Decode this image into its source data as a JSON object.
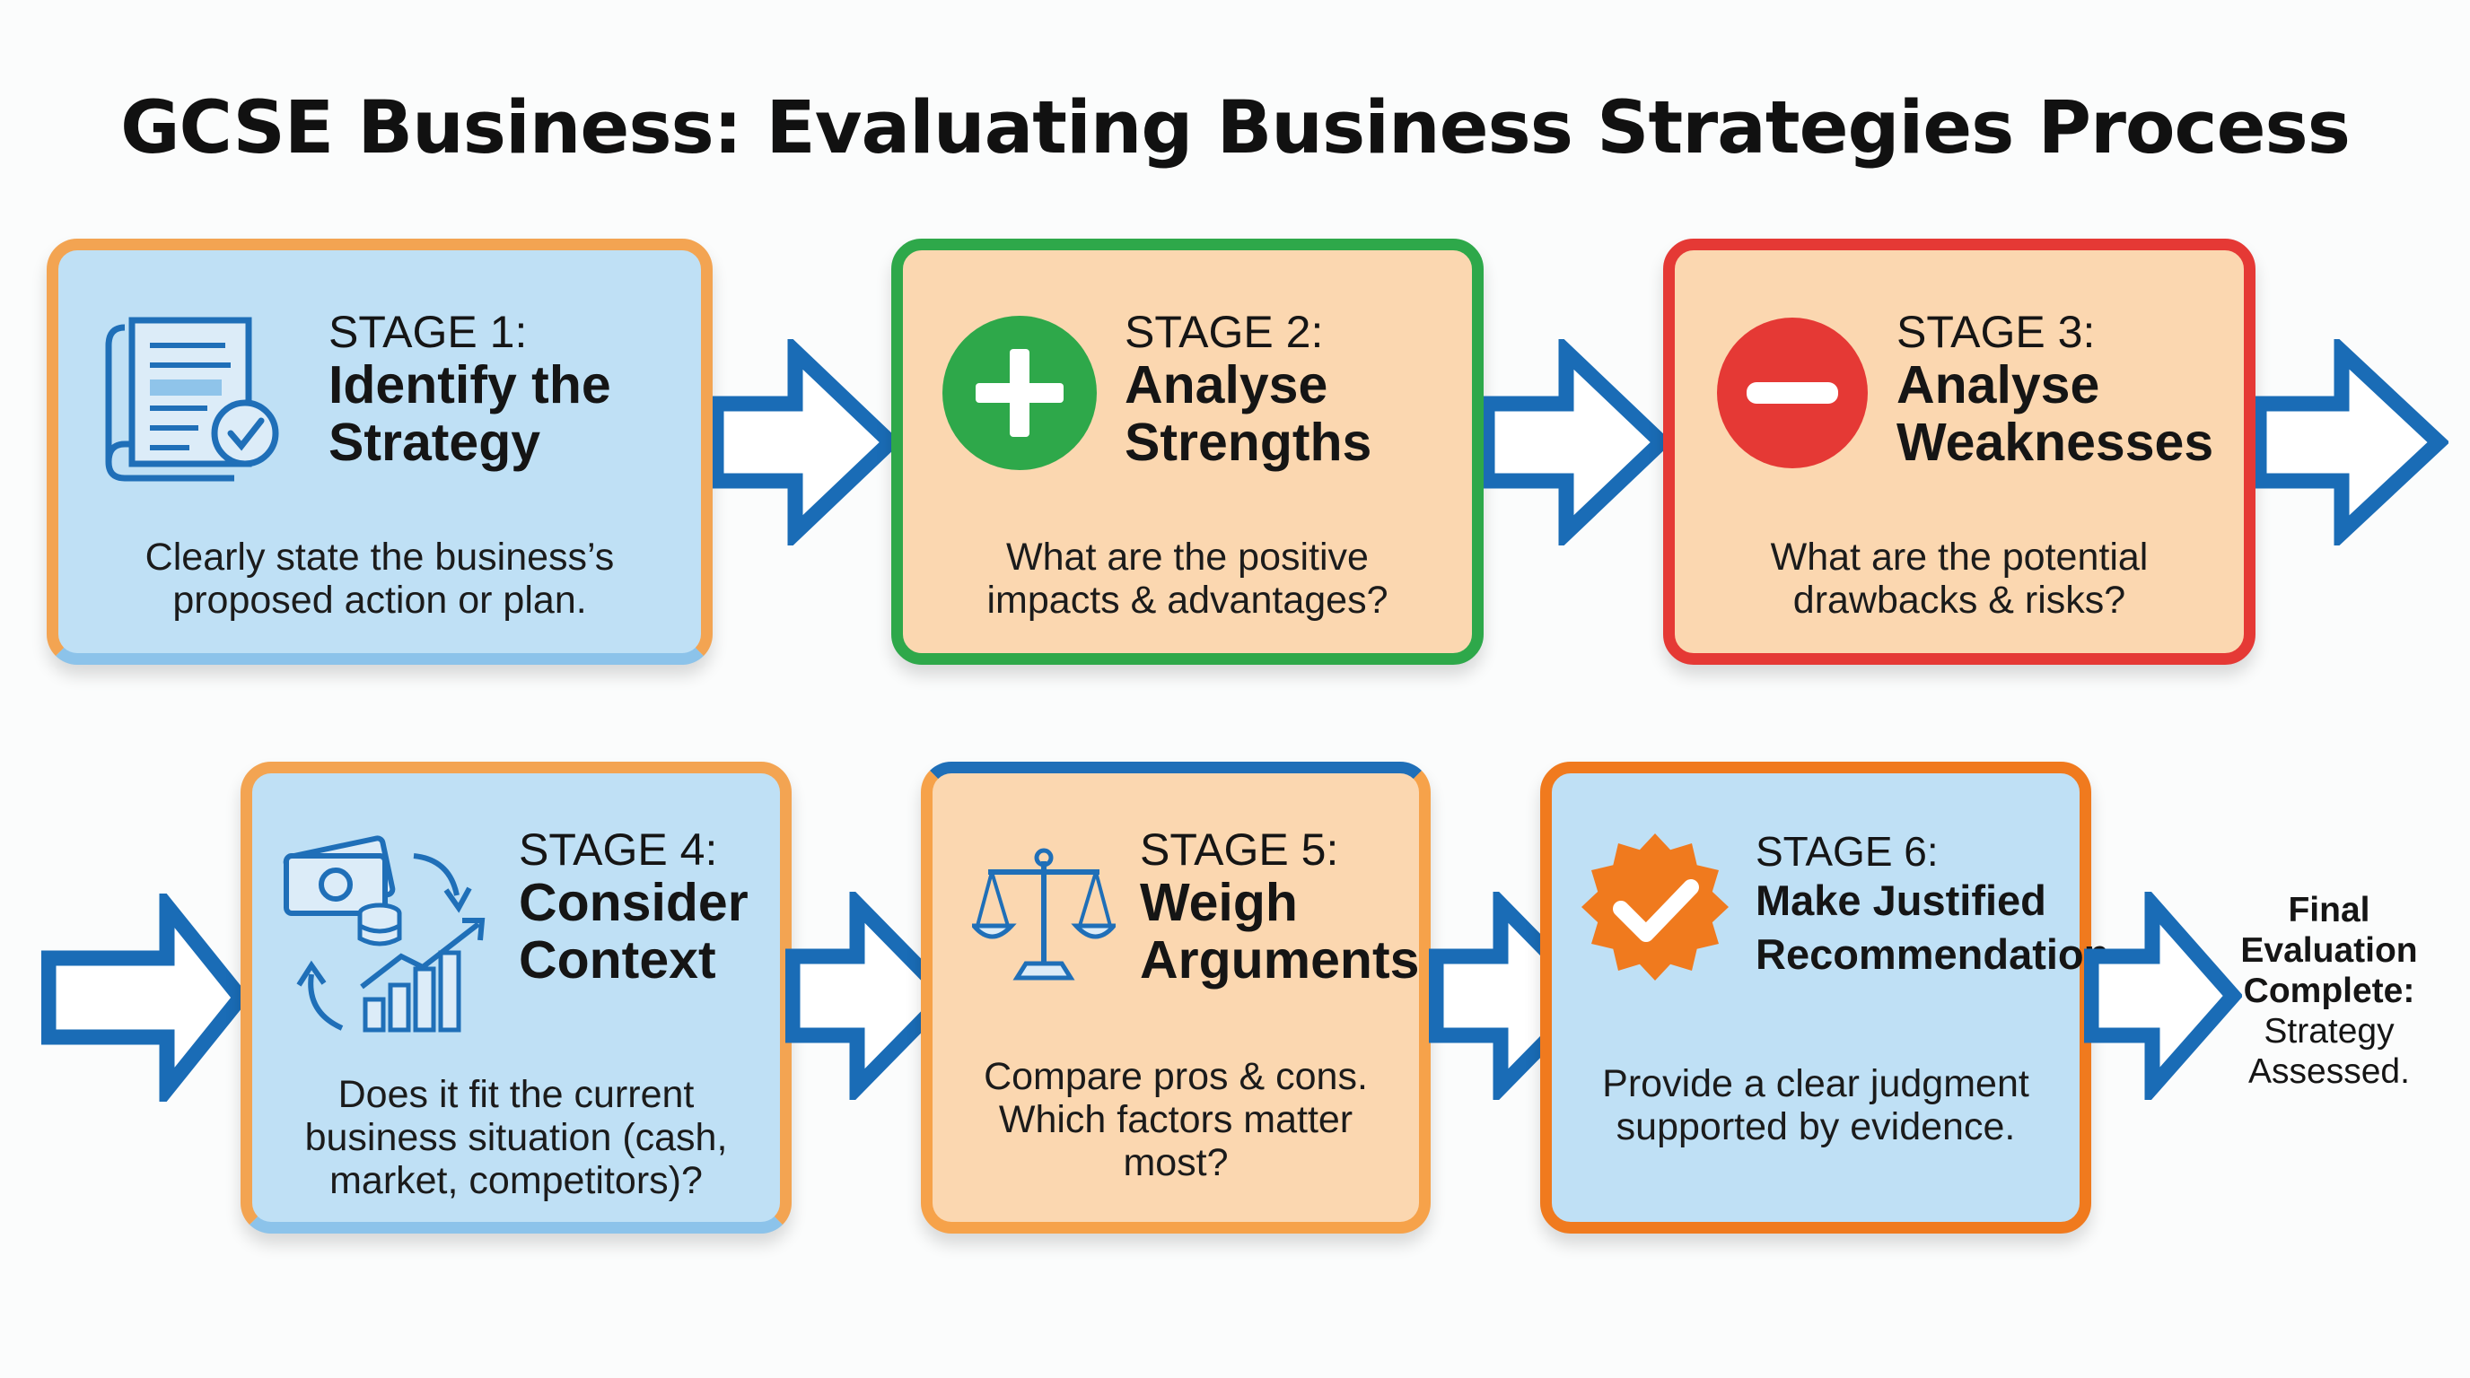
{
  "title": "GCSE Business: Evaluating Business Strategies Process",
  "stages": [
    {
      "label": "STAGE 1:",
      "title_lines": [
        "Identify the",
        "Strategy"
      ],
      "desc_lines": [
        "Clearly state the business’s",
        "proposed action or plan."
      ],
      "icon": "document-check-icon"
    },
    {
      "label": "STAGE 2:",
      "title_lines": [
        "Analyse",
        "Strengths"
      ],
      "desc_lines": [
        "What are the positive",
        "impacts & advantages?"
      ],
      "icon": "plus-circle-icon"
    },
    {
      "label": "STAGE 3:",
      "title_lines": [
        "Analyse",
        "Weaknesses"
      ],
      "desc_lines": [
        "What are the potential",
        "drawbacks & risks?"
      ],
      "icon": "minus-circle-icon"
    },
    {
      "label": "STAGE 4:",
      "title_lines": [
        "Consider",
        "Context"
      ],
      "desc_lines": [
        "Does it fit the current",
        "business situation (cash,",
        "market, competitors)?"
      ],
      "icon": "money-growth-cycle-icon"
    },
    {
      "label": "STAGE 5:",
      "title_lines": [
        "Weigh",
        "Arguments"
      ],
      "desc_lines": [
        "Compare pros & cons.",
        "Which factors matter",
        "most?"
      ],
      "icon": "balance-scale-icon"
    },
    {
      "label": "STAGE 6:",
      "title_lines": [
        "Make Justified",
        "Recommendation"
      ],
      "desc_lines": [
        "Provide a clear judgment",
        "supported by evidence."
      ],
      "icon": "badge-check-icon"
    }
  ],
  "final": {
    "bold_lines": [
      "Final",
      "Evaluation",
      "Complete:"
    ],
    "regular_lines": [
      "Strategy",
      "Assessed."
    ]
  },
  "colors": {
    "blue_fill": "#bfe0f5",
    "peach_fill": "#fbd7b0",
    "orange": "#f6a24a",
    "green": "#2ea84a",
    "red": "#e53935",
    "blue": "#1f6fb8",
    "deep_orange": "#f07a1e",
    "arrow": "#1a6cb6"
  }
}
